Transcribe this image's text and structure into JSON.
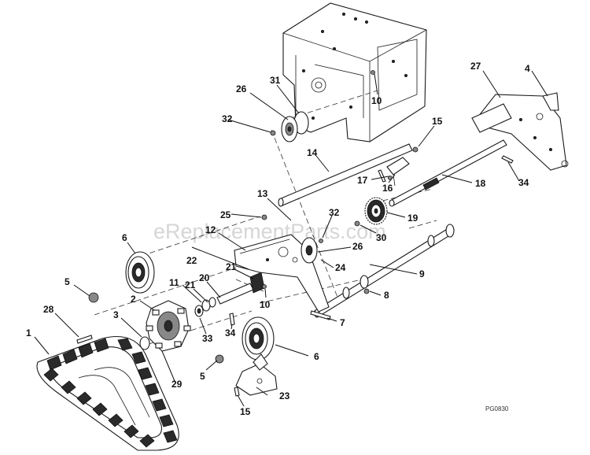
{
  "watermark": "eReplacementParts.com",
  "drawing_code": "PG0830",
  "callouts": [
    "1",
    "2",
    "3",
    "4",
    "5",
    "5",
    "6",
    "6",
    "7",
    "8",
    "9",
    "10",
    "10",
    "11",
    "12",
    "13",
    "14",
    "15",
    "15",
    "16",
    "17",
    "18",
    "19",
    "20",
    "21",
    "21",
    "22",
    "23",
    "24",
    "25",
    "26",
    "26",
    "27",
    "28",
    "29",
    "30",
    "31",
    "32",
    "32",
    "33",
    "34",
    "34"
  ]
}
